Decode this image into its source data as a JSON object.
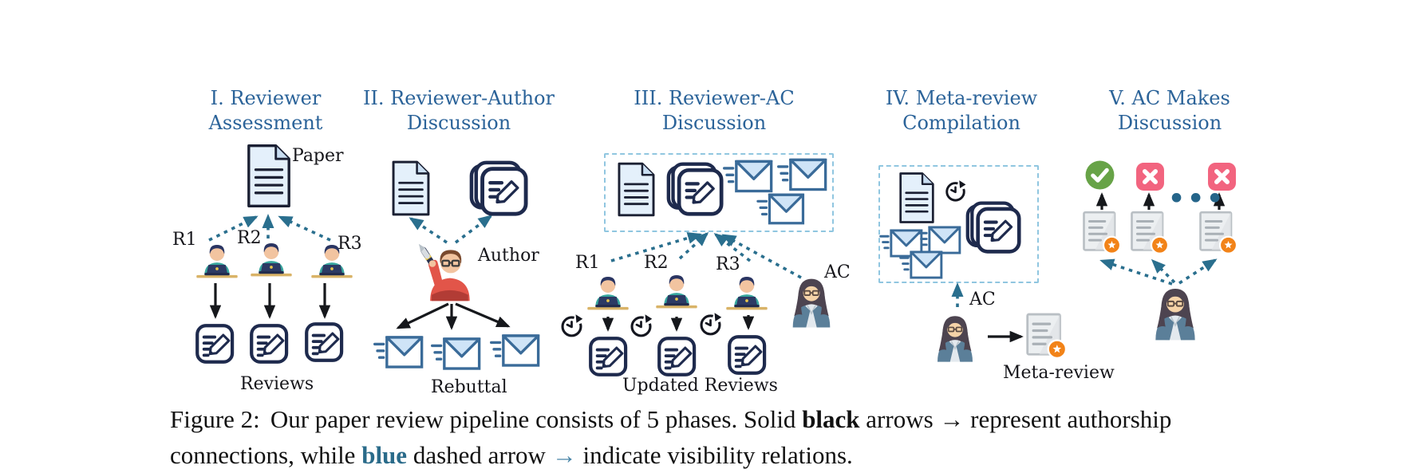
{
  "figure": {
    "phase1": {
      "title1": "I. Reviewer",
      "title2": "Assessment",
      "paper_label": "Paper",
      "r1": "R1",
      "r2": "R2",
      "r3": "R3",
      "reviews_label": "Reviews"
    },
    "phase2": {
      "title1": "II. Reviewer-Author",
      "title2": "Discussion",
      "author_label": "Author",
      "rebuttal_label": "Rebuttal"
    },
    "phase3": {
      "title1": "III. Reviewer-AC",
      "title2": "Discussion",
      "r1": "R1",
      "r2": "R2",
      "r3": "R3",
      "ac_label": "AC",
      "updated_reviews_label": "Updated Reviews"
    },
    "phase4": {
      "title1": "IV. Meta-review",
      "title2": "Compilation",
      "ac_label": "AC",
      "meta_review_label": "Meta-review"
    },
    "phase5": {
      "title1": "V. AC Makes",
      "title2": "Discussion",
      "ellipsis": "•••"
    },
    "caption": {
      "figure_label": "Figure 2:",
      "line1_text1": "Our paper review pipeline consists of 5 phases. Solid ",
      "line1_bold": "black",
      "line1_text2": " arrows ",
      "line1_arrow": "→",
      "line1_text3": " represent authorship",
      "line2_text1": "connections, while ",
      "line2_bold": "blue",
      "line2_text2": " dashed arrow ",
      "line2_arrow": "→",
      "line2_text3": " indicate visibility relations."
    },
    "colors": {
      "title_blue": "#2b6399",
      "visibility_arrow_blue": "#2a6f8e",
      "authorship_arrow_black": "#16181c",
      "dashed_box_blue": "#90c6e0",
      "accept_green": "#67a347",
      "reject_pink": "#f2647f",
      "star_orange": "#f28318",
      "caption_blue_word": "#2a6b8a"
    }
  }
}
